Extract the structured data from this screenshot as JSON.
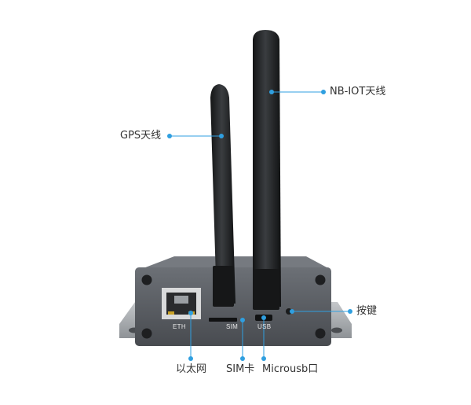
{
  "colors": {
    "callout": "#2f9fe0",
    "antenna": "#1d1f21",
    "case": "#5c6066",
    "bracket": "#a8acb0"
  },
  "callouts": {
    "nb_iot_antenna": "NB-IOT天线",
    "gps_antenna": "GPS天线",
    "button": "按键",
    "ethernet": "以太网",
    "sim_card": "SIM卡",
    "micro_usb": "Microusb口"
  },
  "port_markings": {
    "eth": "ETH",
    "sim": "SIM",
    "usb": "USB"
  }
}
